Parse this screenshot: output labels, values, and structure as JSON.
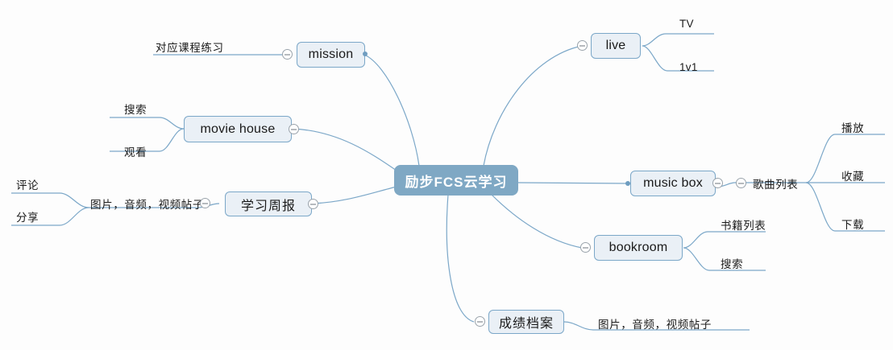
{
  "diagram": {
    "title": "励步FCS云学习",
    "type": "mind-map",
    "colors": {
      "root_fill": "#7fa8c4",
      "root_text": "#ffffff",
      "node_fill": "#eaf0f6",
      "node_border": "#7ba7c8",
      "branch_line": "#7ba7c8",
      "background": "#fdfdfd",
      "collapse_icon_border": "#9aa3ab"
    },
    "root": {
      "label": "励步FCS云学习"
    },
    "nodes": {
      "mission": "mission",
      "movie_house": "movie house",
      "study_weekly": "学习周报",
      "live": "live",
      "music_box": "music box",
      "bookroom": "bookroom",
      "grade_archive": "成绩档案"
    },
    "leaves": {
      "mission_practice": "对应课程练习",
      "movie_search": "搜索",
      "movie_watch": "观看",
      "weekly_posts": "图片，音频，视频帖子",
      "weekly_comment": "评论",
      "weekly_share": "分享",
      "live_tv": "TV",
      "live_1v1": "1v1",
      "music_song_list": "歌曲列表",
      "music_play": "播放",
      "music_favorite": "收藏",
      "music_download": "下载",
      "book_list": "书籍列表",
      "book_search": "搜索",
      "archive_posts": "图片，音频，视频帖子"
    },
    "icons": {
      "collapse": "minus-circle-icon",
      "connector": "connector-dot-icon"
    }
  }
}
